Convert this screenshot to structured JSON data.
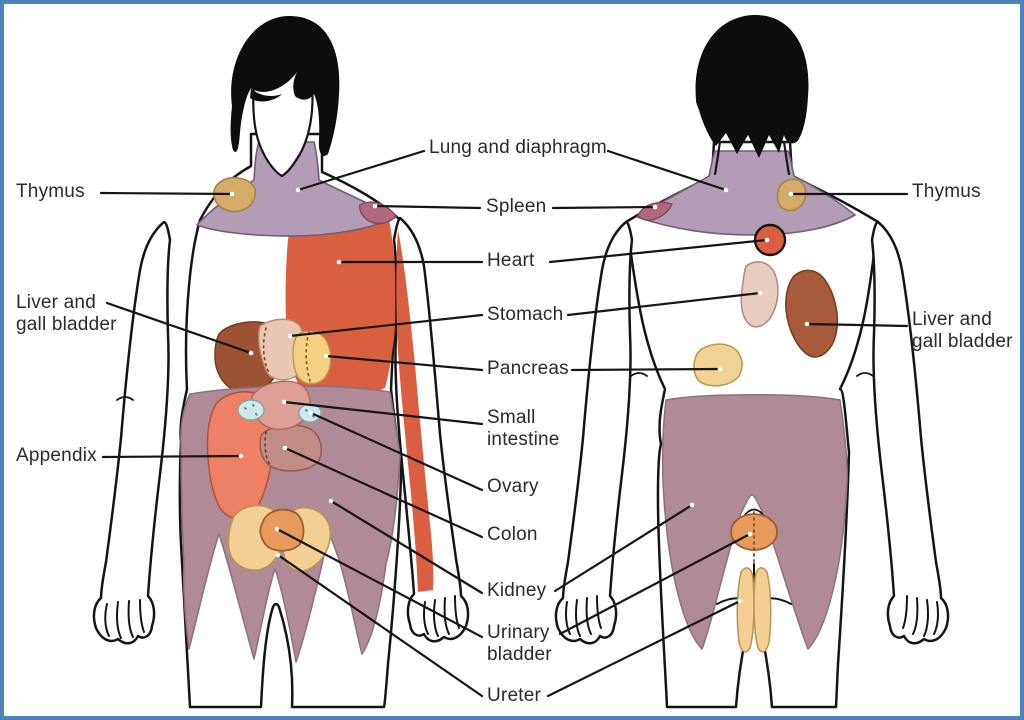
{
  "labels": {
    "lung_and_diaphragm": "Lung and diaphragm",
    "thymus_left": "Thymus",
    "thymus_right": "Thymus",
    "spleen": "Spleen",
    "heart": "Heart",
    "liver_gall_left": "Liver and\ngall bladder",
    "liver_gall_right": "Liver and\ngall bladder",
    "stomach": "Stomach",
    "pancreas": "Pancreas",
    "small_intestine": "Small\nintestine",
    "appendix": "Appendix",
    "ovary": "Ovary",
    "colon": "Colon",
    "kidney": "Kidney",
    "urinary_bladder": "Urinary\nbladder",
    "ureter": "Ureter"
  },
  "colors": {
    "frame_border": "#4f81bd",
    "outline": "#151515",
    "hair": "#0d0d0d",
    "skin": "#ffffff",
    "lung_diaphragm_region": "#b29cb6",
    "thymus": "#d2ac68",
    "spleen": "#b0697f",
    "heart": "#d95f40",
    "liver_front": "#9c5233",
    "liver_back": "#a85b3c",
    "stomach_front": "#eac7b3",
    "stomach_back": "#e7cdc0",
    "pancreas_front": "#f3d083",
    "pancreas_back": "#f0d295",
    "small_intestine": "#dd9e95",
    "ovary": "#cde9ec",
    "colon": "#c28d85",
    "appendix": "#ee8066",
    "kidney_region": "#b18a97",
    "urinary_bladder": "#e8995c",
    "ureter": "#f4cf94"
  }
}
